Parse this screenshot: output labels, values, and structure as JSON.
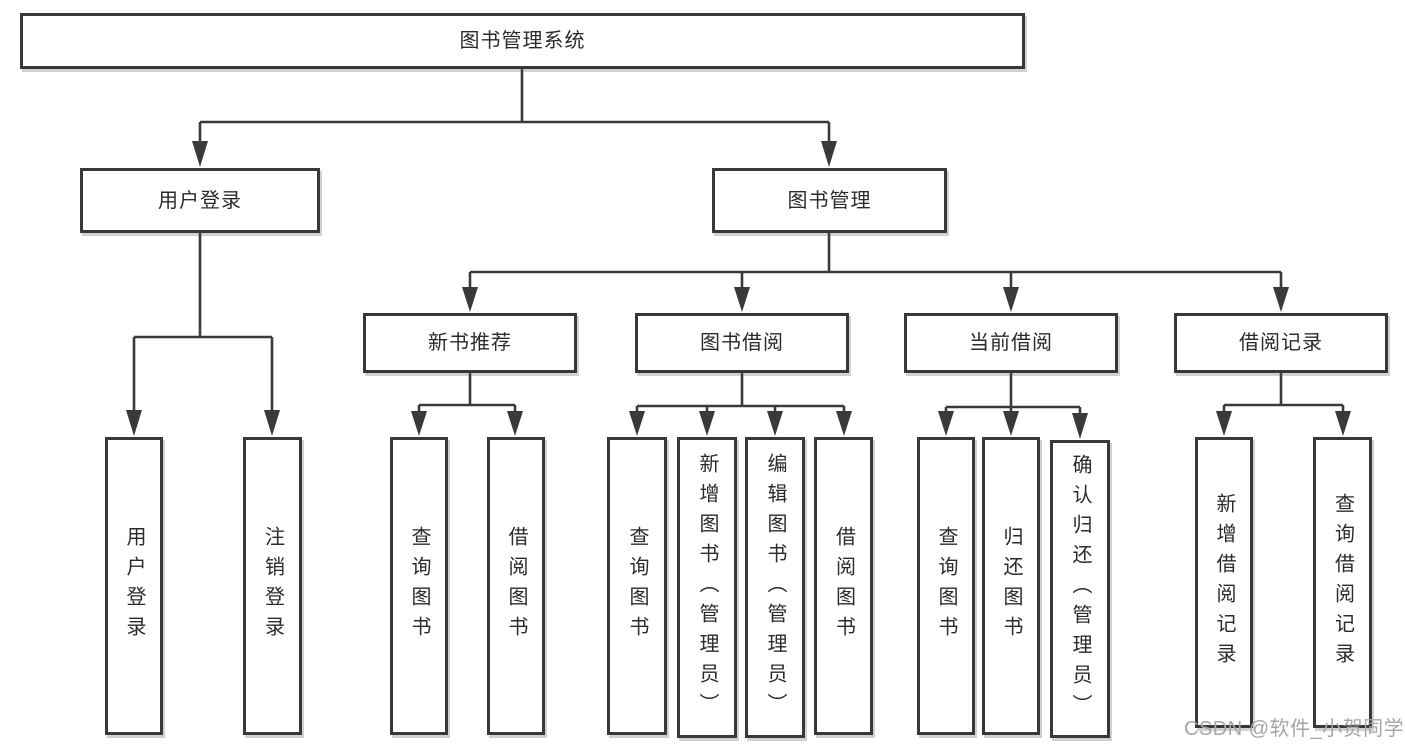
{
  "tree": {
    "root": {
      "label": "图书管理系统"
    },
    "branches": [
      {
        "label": "用户登录",
        "leaves": [
          {
            "label": "用户登录"
          },
          {
            "label": "注销登录"
          }
        ]
      },
      {
        "label": "图书管理",
        "groups": [
          {
            "label": "新书推荐",
            "leaves": [
              {
                "label": "查询图书"
              },
              {
                "label": "借阅图书"
              }
            ]
          },
          {
            "label": "图书借阅",
            "leaves": [
              {
                "label": "查询图书"
              },
              {
                "label": "新增图书（管理员）"
              },
              {
                "label": "编辑图书（管理员）"
              },
              {
                "label": "借阅图书"
              }
            ]
          },
          {
            "label": "当前借阅",
            "leaves": [
              {
                "label": "查询图书"
              },
              {
                "label": "归还图书"
              },
              {
                "label": "确认归还（管理员）"
              }
            ]
          },
          {
            "label": "借阅记录",
            "leaves": [
              {
                "label": "新增借阅记录"
              },
              {
                "label": "查询借阅记录"
              }
            ]
          }
        ]
      }
    ]
  },
  "watermark": {
    "text": "CSDN @软件_小贺同学",
    "color": "#a6a6a6"
  },
  "colors": {
    "line": "#3a3a3a",
    "border": "#383838",
    "text": "#2b2b2b",
    "background": "#ffffff"
  }
}
